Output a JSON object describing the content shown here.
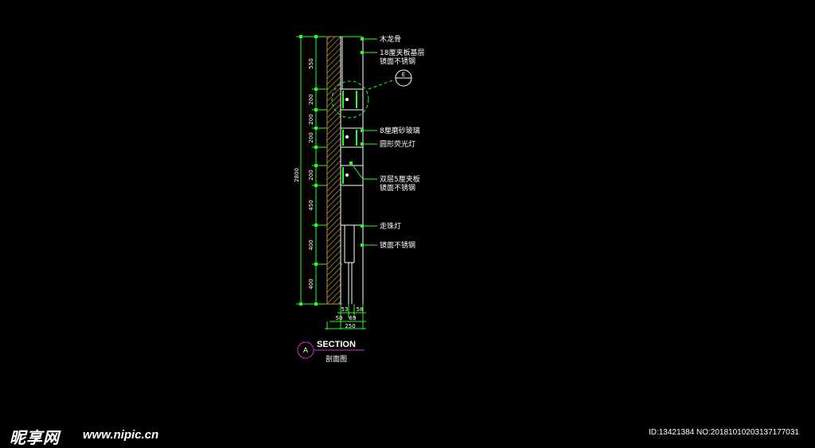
{
  "annotations": [
    "木龙骨",
    "18厘夹板基层",
    "镜面不锈钢",
    "8厘磨砂玻璃",
    "圆形荧光灯",
    "双层5厘夹板",
    "镜面不锈钢",
    "走珠灯",
    "镜面不锈钢"
  ],
  "dimensions": {
    "total_height": "2800",
    "segments": [
      "550",
      "200",
      "200",
      "200",
      "200",
      "450",
      "400",
      "400"
    ],
    "bottom_row1": [
      "53",
      "58"
    ],
    "bottom_row2": [
      "50",
      "69"
    ],
    "bottom_total": "250"
  },
  "detail_callout": "E",
  "title": {
    "marker": "A",
    "name": "SECTION",
    "subtitle": "剖面图"
  },
  "watermark": {
    "logo": "昵享网",
    "url": "www.nipic.cn",
    "id": "ID:13421384 NO:20181010203137177031"
  },
  "colors": {
    "background": "#000000",
    "dimension_lines": "#22ff22",
    "section_lines": "#ffffff",
    "wood": "#b5923b",
    "title_marker": "#cc33cc"
  }
}
